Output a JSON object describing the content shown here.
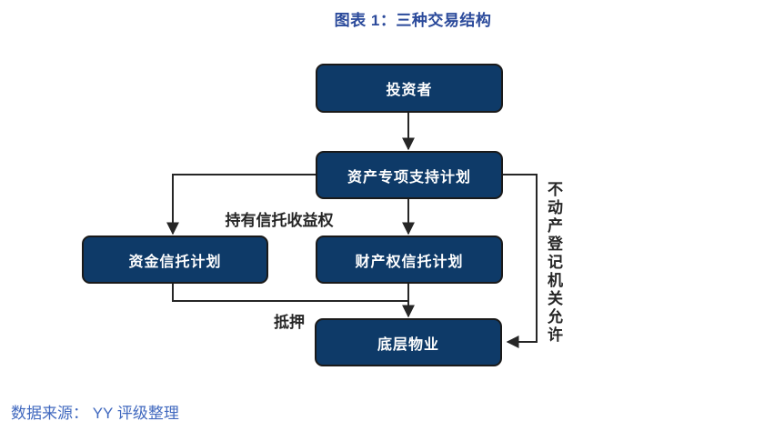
{
  "title": "图表 1：三种交易结构",
  "nodes": {
    "investor": "投资者",
    "absp": "资产专项支持计划",
    "capital_trust": "资金信托计划",
    "property_trust": "财产权信托计划",
    "underlying": "底层物业"
  },
  "edge_labels": {
    "hold_trust_rights": "持有信托收益权",
    "mortgage": "抵押",
    "registration_permission": "不动产登记机关允许"
  },
  "footer": "数据来源： YY 评级整理",
  "colors": {
    "node_fill": "#0e3a68",
    "node_border": "#1a1a1a",
    "node_text": "#ffffff",
    "line": "#262626",
    "title_text": "#2b4a9b",
    "footer_text": "#4169bf",
    "edge_label_text": "#262626"
  }
}
